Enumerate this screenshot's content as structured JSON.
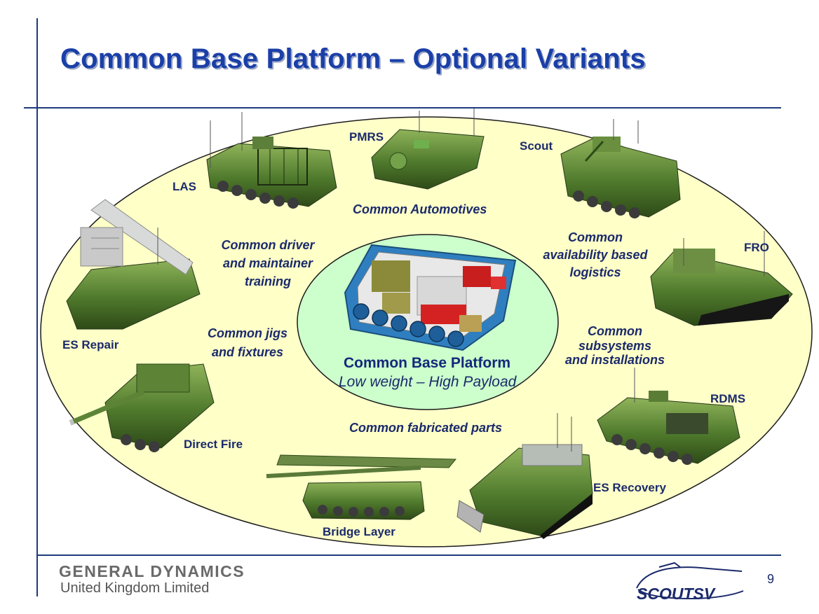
{
  "slide": {
    "title": "Common Base Platform – Optional Variants",
    "page_number": "9"
  },
  "center": {
    "title": "Common Base Platform",
    "subtitle": "Low weight – High Payload"
  },
  "variants": {
    "pmrs": "PMRS",
    "scout": "Scout",
    "las": "LAS",
    "fro": "FRO",
    "es_repair": "ES Repair",
    "rdms": "RDMS",
    "direct_fire": "Direct Fire",
    "es_recovery": "ES Recovery",
    "bridge_layer": "Bridge Layer"
  },
  "commonalities": {
    "automotives": "Common Automotives",
    "driver_training": [
      "Common driver",
      "and maintainer",
      "training"
    ],
    "logistics": [
      "Common",
      "availability based",
      "logistics"
    ],
    "jigs": [
      "Common jigs",
      "and fixtures"
    ],
    "subsystems": [
      "Common",
      "subsystems",
      "and installations"
    ],
    "fabricated": "Common fabricated parts"
  },
  "footer": {
    "company": "GENERAL DYNAMICS",
    "company_sub": "United Kingdom Limited",
    "logo_text": "SCOUTSV"
  },
  "colors": {
    "title_blue": "#1a3fa8",
    "label_navy": "#1b2a6b",
    "outer_ellipse": "#ffffc8",
    "inner_ellipse": "#ccffcc",
    "vehicle_green": "#4f7a2c"
  },
  "icons": {
    "vehicles": "armoured-vehicle-illustration",
    "center": "base-platform-cutaway-illustration",
    "logo": "scoutsv-logo"
  }
}
